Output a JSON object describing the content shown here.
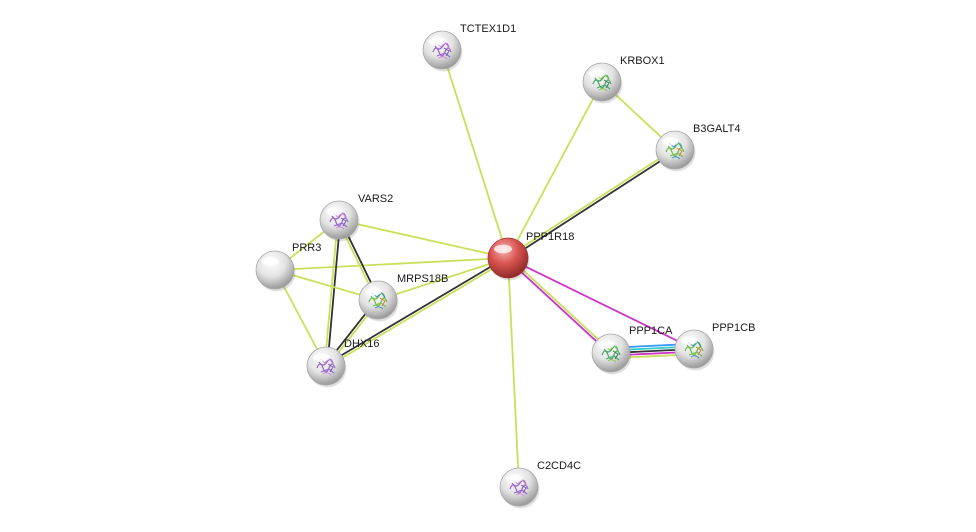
{
  "network": {
    "center_node": "PPP1R18",
    "nodes": [
      {
        "id": "PPP1R18",
        "label": "PPP1R18",
        "color": "#d9534f",
        "has_structure": false
      },
      {
        "id": "TCTEX1D1",
        "label": "TCTEX1D1",
        "color": "#e6e6e6",
        "has_structure": true
      },
      {
        "id": "KRBOX1",
        "label": "KRBOX1",
        "color": "#e6e6e6",
        "has_structure": true
      },
      {
        "id": "B3GALT4",
        "label": "B3GALT4",
        "color": "#e6e6e6",
        "has_structure": true
      },
      {
        "id": "VARS2",
        "label": "VARS2",
        "color": "#e6e6e6",
        "has_structure": true
      },
      {
        "id": "PRR3",
        "label": "PRR3",
        "color": "#e6e6e6",
        "has_structure": false
      },
      {
        "id": "MRPS18B",
        "label": "MRPS18B",
        "color": "#e6e6e6",
        "has_structure": true
      },
      {
        "id": "DHX16",
        "label": "DHX16",
        "color": "#e6e6e6",
        "has_structure": true
      },
      {
        "id": "PPP1CA",
        "label": "PPP1CA",
        "color": "#e6e6e6",
        "has_structure": true
      },
      {
        "id": "PPP1CB",
        "label": "PPP1CB",
        "color": "#e6e6e6",
        "has_structure": true
      },
      {
        "id": "C2CD4C",
        "label": "C2CD4C",
        "color": "#e6e6e6",
        "has_structure": true
      }
    ],
    "edges": [
      {
        "source": "PPP1R18",
        "target": "TCTEX1D1",
        "colors": [
          "#c8e05a"
        ]
      },
      {
        "source": "PPP1R18",
        "target": "KRBOX1",
        "colors": [
          "#c8e05a"
        ]
      },
      {
        "source": "PPP1R18",
        "target": "B3GALT4",
        "colors": [
          "#c8e05a",
          "#333333"
        ]
      },
      {
        "source": "KRBOX1",
        "target": "B3GALT4",
        "colors": [
          "#c8e05a"
        ]
      },
      {
        "source": "PPP1R18",
        "target": "VARS2",
        "colors": [
          "#c8e05a"
        ]
      },
      {
        "source": "PPP1R18",
        "target": "PRR3",
        "colors": [
          "#c8e05a"
        ]
      },
      {
        "source": "PPP1R18",
        "target": "MRPS18B",
        "colors": [
          "#c8e05a"
        ]
      },
      {
        "source": "PPP1R18",
        "target": "DHX16",
        "colors": [
          "#c8e05a",
          "#333333"
        ]
      },
      {
        "source": "PPP1R18",
        "target": "PPP1CA",
        "colors": [
          "#c8e05a",
          "#cc33cc"
        ]
      },
      {
        "source": "PPP1R18",
        "target": "PPP1CB",
        "colors": [
          "#cc33cc"
        ]
      },
      {
        "source": "PPP1R18",
        "target": "C2CD4C",
        "colors": [
          "#c8e05a"
        ]
      },
      {
        "source": "VARS2",
        "target": "PRR3",
        "colors": [
          "#c8e05a"
        ]
      },
      {
        "source": "VARS2",
        "target": "MRPS18B",
        "colors": [
          "#333333",
          "#c8e05a"
        ]
      },
      {
        "source": "VARS2",
        "target": "DHX16",
        "colors": [
          "#333333",
          "#c8e05a"
        ]
      },
      {
        "source": "PRR3",
        "target": "MRPS18B",
        "colors": [
          "#c8e05a"
        ]
      },
      {
        "source": "PRR3",
        "target": "DHX16",
        "colors": [
          "#c8e05a"
        ]
      },
      {
        "source": "MRPS18B",
        "target": "DHX16",
        "colors": [
          "#c8e05a",
          "#333333"
        ]
      },
      {
        "source": "PPP1CA",
        "target": "PPP1CB",
        "colors": [
          "#3399ff",
          "#33cccc",
          "#333333",
          "#cc33cc",
          "#c8e05a"
        ]
      }
    ]
  }
}
